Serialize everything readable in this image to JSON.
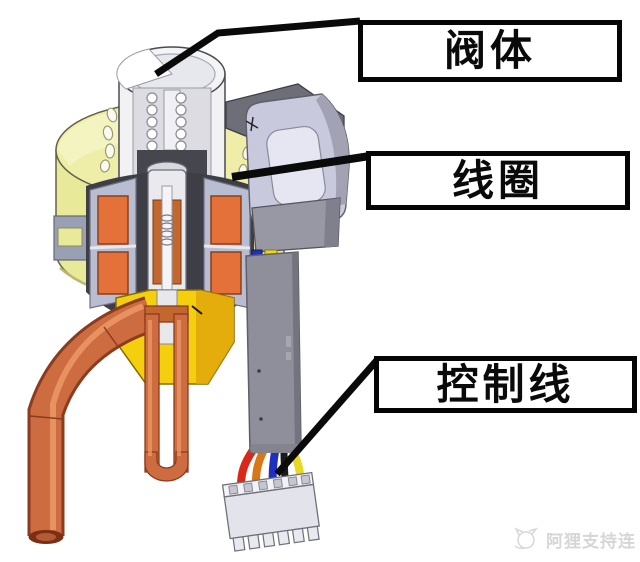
{
  "callouts": [
    {
      "id": "valve-body",
      "label": "阀体"
    },
    {
      "id": "coil",
      "label": "线圈"
    },
    {
      "id": "control-wire",
      "label": "控制线"
    }
  ],
  "watermark": {
    "text": "阿狸支持连",
    "logo": "fox-face-icon"
  },
  "colors": {
    "label_border": "#050505",
    "callout_line": "#0a0a0a",
    "coil_body": "#e9e99a",
    "coil_top": "#eeeea8",
    "coil_winding": "#e4703a",
    "section_face": "#b9bdd2",
    "cavity_dark": "#3e3e47",
    "valve_white": "#f2f2f5",
    "brass_body": "#f3cf0e",
    "copper_pipe": "#cd6b41",
    "copper_dark": "#8a3c1e",
    "copper_highlight": "#ef9c6a",
    "cable_gray": "#8f8f9b",
    "housing_lavender": "#c9c9de",
    "housing_dark": "#6e6e79",
    "connector_white": "#e3e3eb",
    "wire_red": "#d92818",
    "wire_orange": "#d97718",
    "wire_blue": "#1f2fbf",
    "wire_black": "#1a1a1a",
    "wire_yellow": "#e8d81f"
  }
}
